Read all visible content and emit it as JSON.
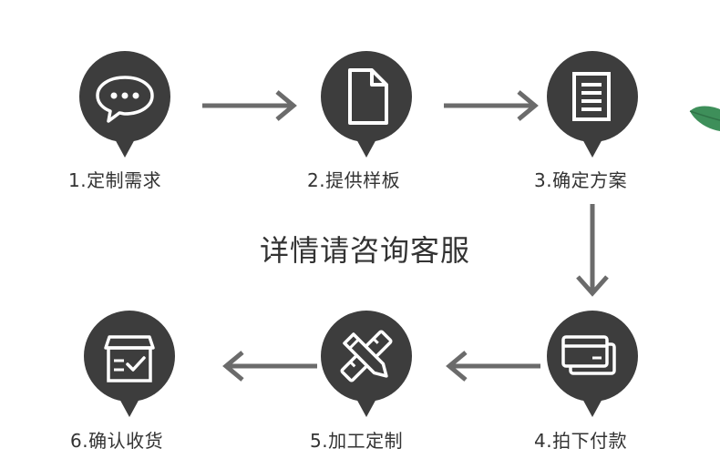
{
  "steps": [
    {
      "label": "1.定制需求",
      "icon": "chat-bubble-icon"
    },
    {
      "label": "2.提供样板",
      "icon": "document-icon"
    },
    {
      "label": "3.确定方案",
      "icon": "text-list-icon"
    },
    {
      "label": "4.拍下付款",
      "icon": "credit-card-icon"
    },
    {
      "label": "5.加工定制",
      "icon": "pencil-ruler-icon"
    },
    {
      "label": "6.确认收货",
      "icon": "package-check-icon"
    }
  ],
  "center_text": "详情请咨询客服",
  "colors": {
    "bubble": "#3d3d3d",
    "arrow": "#6b6b6b",
    "text": "#333333",
    "leaf": "#3e8f5a"
  }
}
